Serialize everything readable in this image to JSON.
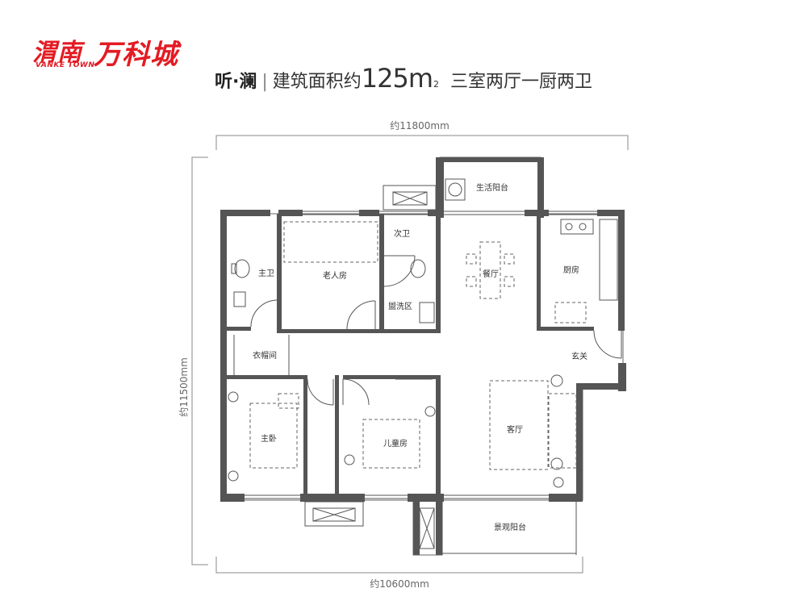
{
  "logo": {
    "cn_city": "渭南",
    "cn_brand": "万科城",
    "en": "VANKE TOWN"
  },
  "title": {
    "name": "听·澜",
    "separator": "|",
    "area_label": "建筑面积约",
    "area_value": "125",
    "area_unit": "m",
    "area_sup": "2",
    "layout_type": "三室两厅一厨两卫"
  },
  "dimensions": {
    "top": "约11800mm",
    "left": "约11500mm",
    "bottom": "约10600mm"
  },
  "rooms": {
    "service_balcony": "生活阳台",
    "second_bath": "次卫",
    "master_bath": "主卫",
    "elder_room": "老人房",
    "washing_area": "盥洗区",
    "dining": "餐厅",
    "kitchen": "厨房",
    "cloakroom": "衣帽间",
    "entrance": "玄关",
    "master_bedroom": "主卧",
    "kids_room": "儿童房",
    "living_room": "客厅",
    "view_balcony": "景观阳台"
  },
  "colors": {
    "brand_red": "#e31b23",
    "wall": "#555555",
    "line": "#444444"
  }
}
